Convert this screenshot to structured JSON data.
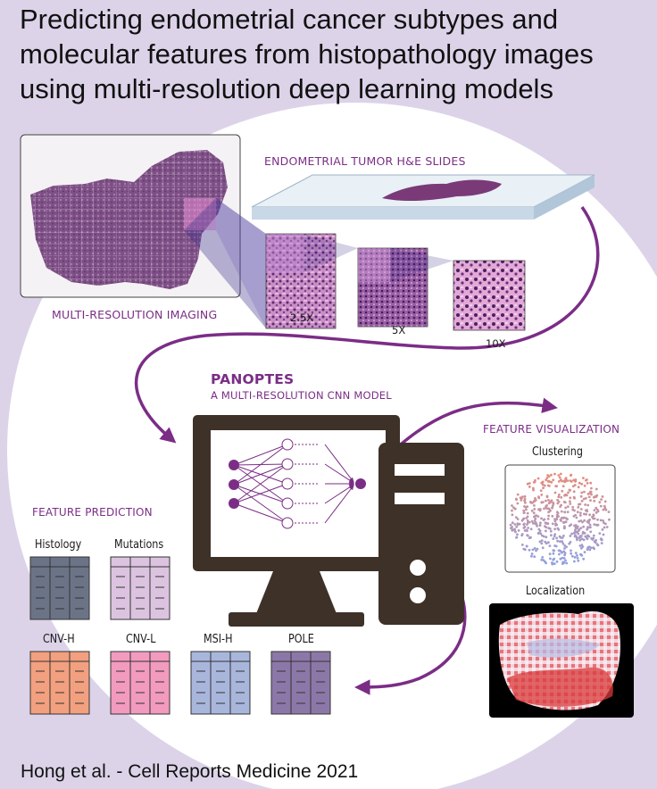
{
  "title_lines": [
    "Predicting endometrial cancer subtypes and",
    "molecular features from histopathology images",
    "using multi-resolution deep learning models"
  ],
  "footer": "Hong et al. - Cell Reports Medicine 2021",
  "slides_label": "ENDOMETRIAL TUMOR H&E SLIDES",
  "imaging_label": "MULTI-RESOLUTION IMAGING",
  "magnifications": [
    "2.5X",
    "5X",
    "10X"
  ],
  "model": {
    "name": "PANOPTES",
    "subtitle": "A MULTI-RESOLUTION CNN MODEL"
  },
  "visualization": {
    "label": "FEATURE VISUALIZATION",
    "clustering": "Clustering",
    "localization": "Localization"
  },
  "prediction": {
    "label": "FEATURE PREDICTION",
    "tables": [
      {
        "name": "Histology",
        "color": "#6b7487"
      },
      {
        "name": "Mutations",
        "color": "#dcc4e0"
      },
      {
        "name": "CNV-H",
        "color": "#f2a07f"
      },
      {
        "name": "CNV-L",
        "color": "#f29bbf"
      },
      {
        "name": "MSI-H",
        "color": "#a9b6dc"
      },
      {
        "name": "POLE",
        "color": "#8c78a8"
      }
    ]
  },
  "colors": {
    "accent": "#7b2d86",
    "computer": "#3e3128",
    "background": "#dcd3e9"
  }
}
